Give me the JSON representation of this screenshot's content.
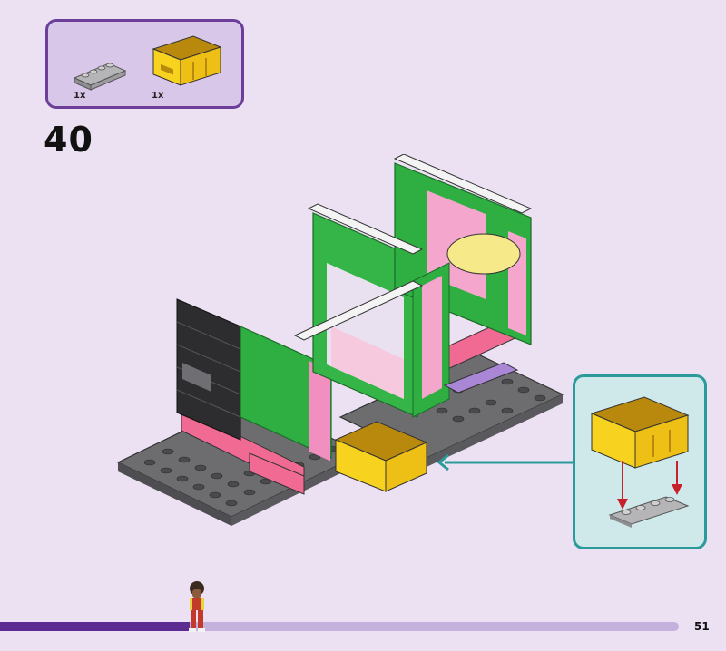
{
  "parts_list": {
    "items": [
      {
        "name": "gray-plate-1x4",
        "qty": "1x",
        "color": "#a9a9ab"
      },
      {
        "name": "yellow-crate",
        "qty": "1x",
        "color": "#f7d21f"
      }
    ]
  },
  "step": {
    "number": "40"
  },
  "callout": {
    "border_color": "#2a9a9a",
    "background": "#cfe8ea"
  },
  "progress": {
    "fraction": 0.28,
    "fill_color": "#5b2b92",
    "track_color": "#c4b2dd"
  },
  "page": {
    "number": "51"
  }
}
